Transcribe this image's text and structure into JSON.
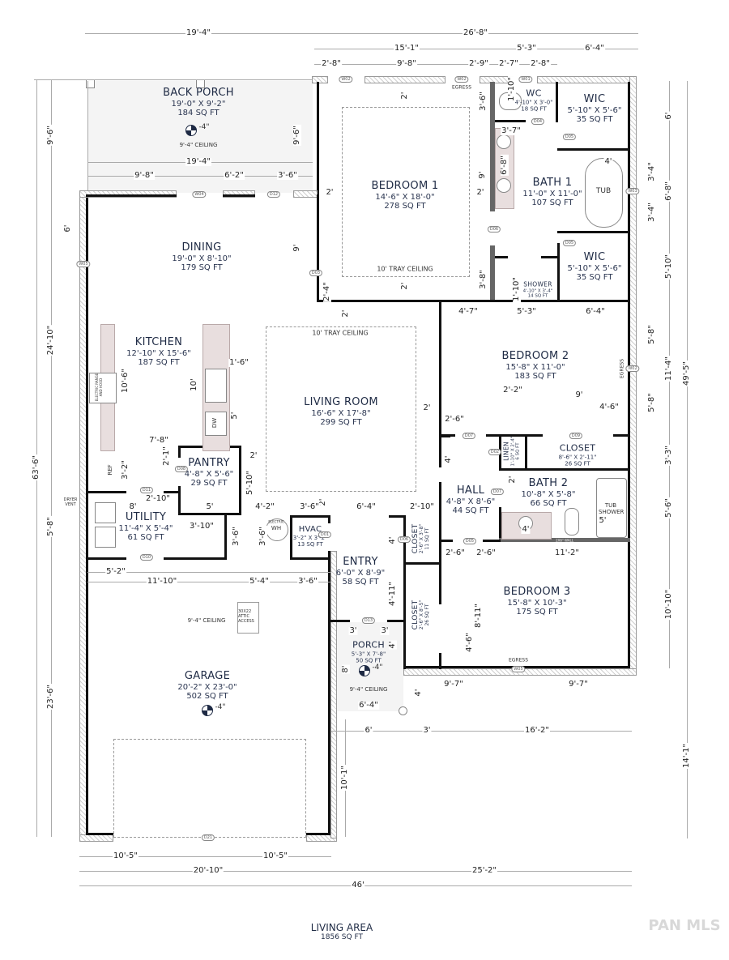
{
  "plan": {
    "living_area_label": "LIVING AREA",
    "living_area_value": "1856 SQ FT",
    "watermark": "PAN MLS"
  },
  "rooms": {
    "back_porch": {
      "name": "BACK PORCH",
      "dim": "19'-0\" X 9'-2\"",
      "area": "184 SQ FT",
      "elev": "-4\"",
      "ceiling": "9'-4\" CEILING"
    },
    "bedroom1": {
      "name": "BEDROOM 1",
      "dim": "14'-6\" X 18'-0\"",
      "area": "278 SQ FT",
      "ceiling": "10' TRAY CEILING"
    },
    "wc": {
      "name": "WC",
      "dim": "4'-10\" X 3'-0\"",
      "area": "18 SQ FT"
    },
    "wic1": {
      "name": "WIC",
      "dim": "5'-10\" X 5'-6\"",
      "area": "35 SQ FT"
    },
    "bath1": {
      "name": "BATH 1",
      "dim": "11'-0\" X 11'-0\"",
      "area": "107 SQ FT",
      "tub": "TUB"
    },
    "wic2": {
      "name": "WIC",
      "dim": "5'-10\" X 5'-6\"",
      "area": "35 SQ FT"
    },
    "shower": {
      "name": "SHOWER",
      "dim": "4'-10\" X 3'-4\"",
      "area": "14 SQ FT"
    },
    "dining": {
      "name": "DINING",
      "dim": "19'-0\" X 8'-10\"",
      "area": "179 SQ FT"
    },
    "kitchen": {
      "name": "KITCHEN",
      "dim": "12'-10\" X 15'-6\"",
      "area": "187 SQ FT",
      "range": "ELECTRIC RANGE AND HOOD",
      "dw": "DW",
      "refr": "REF"
    },
    "living": {
      "name": "LIVING ROOM",
      "dim": "16'-6\" X 17'-8\"",
      "area": "299 SQ FT",
      "ceiling": "10' TRAY CEILING"
    },
    "bedroom2": {
      "name": "BEDROOM 2",
      "dim": "15'-8\" X 11'-0\"",
      "area": "183 SQ FT"
    },
    "closet_b2": {
      "name": "CLOSET",
      "dim": "8'-6\" X 2'-11\"",
      "area": "26 SQ FT"
    },
    "linen": {
      "name": "LINEN",
      "dim": "1'-10\" X 2'-4\"",
      "area": "6 SQ FT"
    },
    "pantry": {
      "name": "PANTRY",
      "dim": "4'-8\" X 5'-6\"",
      "area": "29 SQ FT"
    },
    "hall": {
      "name": "HALL",
      "dim": "4'-8\" X 8'-6\"",
      "area": "44 SQ FT"
    },
    "bath2": {
      "name": "BATH 2",
      "dim": "10'-8\" X 5'-8\"",
      "area": "66 SQ FT",
      "tub": "TUB SHOWER"
    },
    "utility": {
      "name": "UTILITY",
      "dim": "11'-4\" X 5'-4\"",
      "area": "61 SQ FT",
      "dryer_vent": "DRYER VENT"
    },
    "hvac": {
      "name": "HVAC",
      "dim": "3'-2\" X 3'-2\"",
      "area": "13 SQ FT",
      "wh": "WH",
      "wh_note": "ELECTRIC"
    },
    "entry": {
      "name": "ENTRY",
      "dim": "6'-0\" X 8'-9\"",
      "area": "58 SQ FT"
    },
    "closet_entry": {
      "name": "CLOSET",
      "dim": "2'-6\" X 3'-8\"",
      "area": "11 SQ FT"
    },
    "closet_b3": {
      "name": "CLOSET",
      "dim": "2'-6\" X 8'-5\"",
      "area": "26 SQ FT"
    },
    "bedroom3": {
      "name": "BEDROOM 3",
      "dim": "15'-8\" X 10'-3\"",
      "area": "175 SQ FT"
    },
    "porch": {
      "name": "PORCH",
      "dim": "5'-3\" X 7'-8\"",
      "area": "50 SQ FT",
      "elev": "-4\"",
      "ceiling": "9'-4\" CEILING"
    },
    "garage": {
      "name": "GARAGE",
      "dim": "20'-2\" X 23'-0\"",
      "area": "502 SQ FT",
      "elev": "-4\"",
      "ceiling": "9'-4\" CEILING",
      "attic": "30X22 ATTIC ACCESS"
    }
  },
  "notes": {
    "egress": "EGRESS",
    "two_by_six_wall": "2X6\" WALL"
  },
  "tags": {
    "w02a": "W02",
    "w02b": "W02",
    "w01": "W01",
    "w04": "W04",
    "w05": "W05",
    "w03": "W03",
    "w02c": "W02",
    "w05b": "W05",
    "d04": "D04",
    "d05a": "D05",
    "d05b": "D05",
    "d06": "D06",
    "d03": "D03",
    "d12": "D12",
    "d08": "D08",
    "d11": "D11",
    "d10": "D10",
    "d09": "D09",
    "d07": "D07",
    "d02": "D02",
    "d01": "D01",
    "d13": "D13",
    "d06b": "D06",
    "d07b": "D07",
    "d05c": "D05",
    "d21": "D21"
  },
  "dimensions": {
    "top": {
      "overall_left": "19'-4\"",
      "overall_right": "26'-8\"",
      "mid_a": "15'-1\"",
      "mid_b": "5'-3\"",
      "mid_c": "6'-4\"",
      "seg_1": "2'-8\"",
      "seg_2": "9'-8\"",
      "seg_3": "2'-9\"",
      "seg_4": "2'-7\"",
      "seg_5": "2'-8\""
    },
    "porch_inner": {
      "width": "19'-4\"",
      "seg_1": "9'-8\"",
      "seg_2": "6'-2\"",
      "seg_3": "3'-6\""
    },
    "left": {
      "porch_depth": "9'-6\"",
      "inner_porch_depth": "9'-6\"",
      "to_window": "6'",
      "upper": "24'-10\"",
      "overall": "63'-6\"",
      "utility": "5'-8\"",
      "garage": "23'-6\""
    },
    "right": {
      "top": "6'",
      "tub_a": "3'-4\"",
      "tub_b": "3'-4\"",
      "bath": "6'-8\"",
      "wic": "5'-10\"",
      "b2a": "5'-8\"",
      "b2b": "5'-8\"",
      "bed2": "11'-4\"",
      "overall": "49'-5\"",
      "closet": "3'-3\"",
      "bath2": "5'-6\"",
      "bed3": "10'-10\"",
      "garage_ext": "14'-1\""
    },
    "interior": {
      "b1_top": "2'",
      "b1_left": "2'",
      "b1_right": "2'",
      "b1_bottom": "2'",
      "b1_door": "2'-4\"",
      "b1_height": "9'",
      "bath1_wc": "3'-6\"",
      "wc_h": "1'-10\"",
      "bath1_vanity": "3'-7\"",
      "bath1_v2": "6'-8\"",
      "bath1_9": "9'",
      "shower_w": "3'-8\"",
      "shower_h": "1'-10\"",
      "tub_w": "4'",
      "dining_9": "9'",
      "living_top": "2'",
      "living_right": "2'",
      "living_left": "2'",
      "living_bottom": "2'",
      "living_side": "5'-10\"",
      "b2_top_a": "4'-7\"",
      "b2_top_b": "5'-3\"",
      "b2_top_c": "6'-4\"",
      "b2_closet_a": "2'-2\"",
      "b2_closet_b": "9'",
      "b2_closet_c": "4'-6\"",
      "b2_door": "2'-6\"",
      "hall_4": "4'",
      "kitchen_106": "10'-6\"",
      "kitchen_10": "10'",
      "kitchen_16": "1'-6\"",
      "kitchen_5": "5'",
      "kitchen_78": "7'-8\"",
      "pantry_21": "2'-1\"",
      "ref_32": "3'-2\"",
      "util_8": "8'",
      "util_5": "5'",
      "util_210": "2'-10\"",
      "util_310": "3'-10\"",
      "util_36a": "3'-6\"",
      "util_36b": "3'-6\"",
      "row_42": "4'-2\"",
      "row_36": "3'-6\"",
      "row_64": "6'-4\"",
      "row_210": "2'-10\"",
      "bath2_2": "2'",
      "bath2_4": "4'",
      "bath2_5": "5'",
      "hall_26a": "2'-6\"",
      "hall_26b": "2'-6\"",
      "b3_112": "11'-2\"",
      "entry_4": "4'",
      "entry_411": "4'-11\"",
      "b3_811": "8'-11\"",
      "b3_46": "4'-6\"",
      "porch_3a": "3'",
      "porch_3b": "3'",
      "porch_4": "4'",
      "porch_8": "8'",
      "porch_64": "6'-4\"",
      "porch_4b": "4'",
      "garage_52": "5'-2\"",
      "garage_1110": "11'-10\"",
      "garage_54": "5'-4\"",
      "garage_36": "3'-6\"",
      "ext_6": "6'",
      "ext_3": "3'",
      "ext_162": "16'-2\"",
      "ext_101": "10'-1\"",
      "b3_97a": "9'-7\"",
      "b3_97b": "9'-7\""
    },
    "bottom": {
      "g1": "10'-5\"",
      "g2": "10'-5\"",
      "left": "20'-10\"",
      "right": "25'-2\"",
      "overall": "46'"
    }
  }
}
